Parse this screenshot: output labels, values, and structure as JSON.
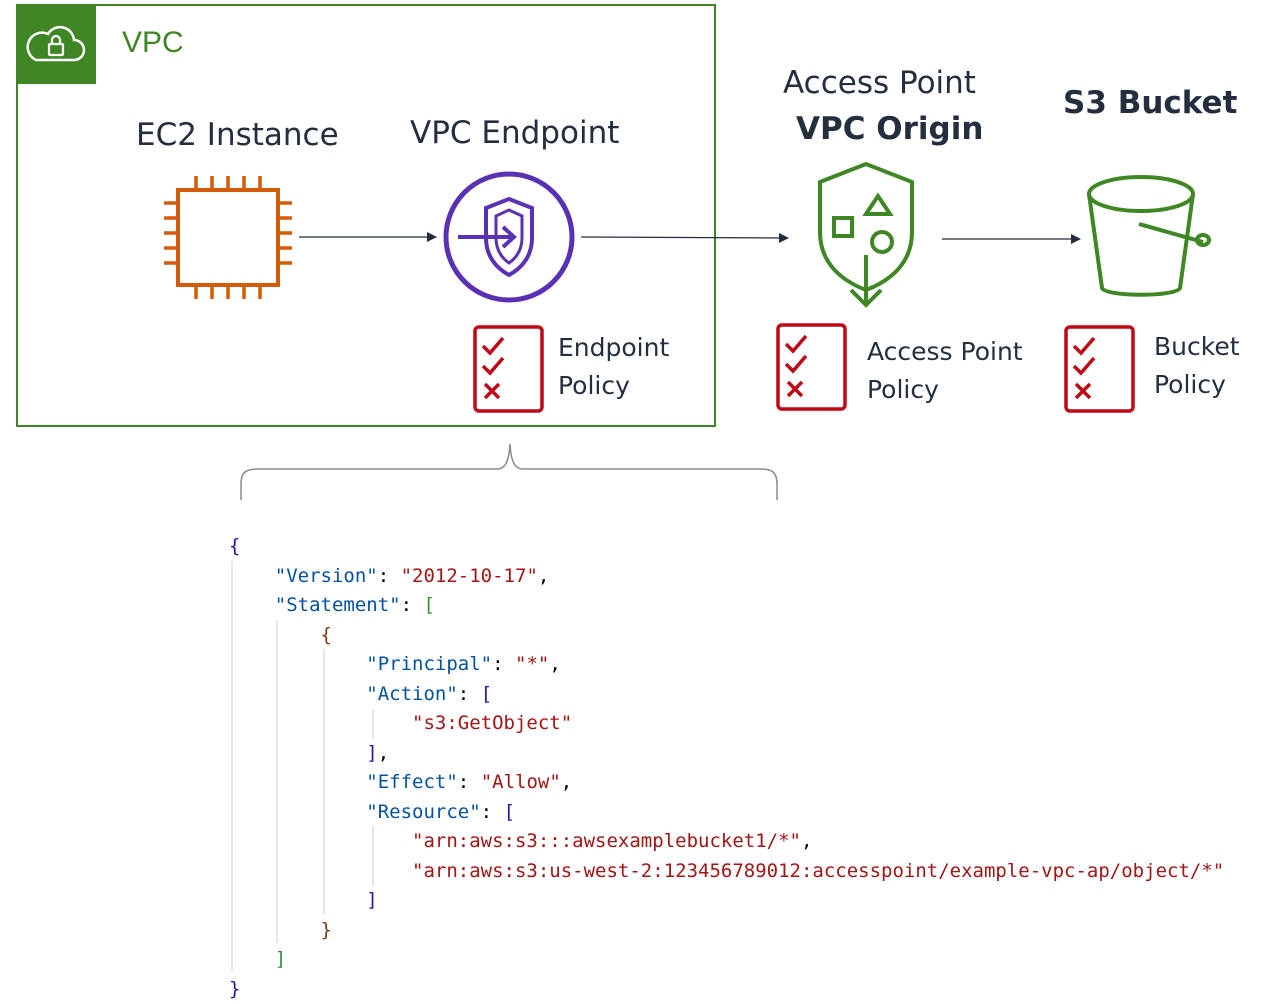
{
  "vpc": {
    "label": "VPC",
    "color": "#3f8624",
    "icon": "cloud-lock-icon"
  },
  "ec2": {
    "title": "EC2 Instance",
    "icon": "ec2-chip-icon",
    "color": "#d45b07"
  },
  "vpc_endpoint": {
    "title": "VPC Endpoint",
    "icon": "vpc-endpoint-shield-icon",
    "color": "#5a30b5",
    "policy": {
      "line1": "Endpoint",
      "line2": "Policy",
      "icon": "policy-checklist-icon"
    }
  },
  "access_point": {
    "title": "Access Point",
    "subtitle": "VPC Origin",
    "icon": "access-point-shield-icon",
    "color": "#3f8624",
    "policy": {
      "line1": "Access Point",
      "line2": "Policy",
      "icon": "policy-checklist-icon"
    }
  },
  "s3_bucket": {
    "title": "S3 Bucket",
    "icon": "s3-bucket-icon",
    "color": "#3f8624",
    "policy": {
      "line1": "Bucket",
      "line2": "Policy",
      "icon": "policy-checklist-icon"
    }
  },
  "policy_color": "#bf0816",
  "endpoint_policy_json": {
    "open_brace": "{",
    "close_brace": "}",
    "version_key": "\"Version\"",
    "version_value": "\"2012-10-17\"",
    "statement_key": "\"Statement\"",
    "principal_key": "\"Principal\"",
    "principal_value": "\"*\"",
    "action_key": "\"Action\"",
    "action_value": "\"s3:GetObject\"",
    "effect_key": "\"Effect\"",
    "effect_value": "\"Allow\"",
    "resource_key": "\"Resource\"",
    "resource_values": [
      "\"arn:aws:s3:::awsexamplebucket1/*\"",
      "\"arn:aws:s3:us-west-2:123456789012:accesspoint/example-vpc-ap/object/*\""
    ]
  }
}
